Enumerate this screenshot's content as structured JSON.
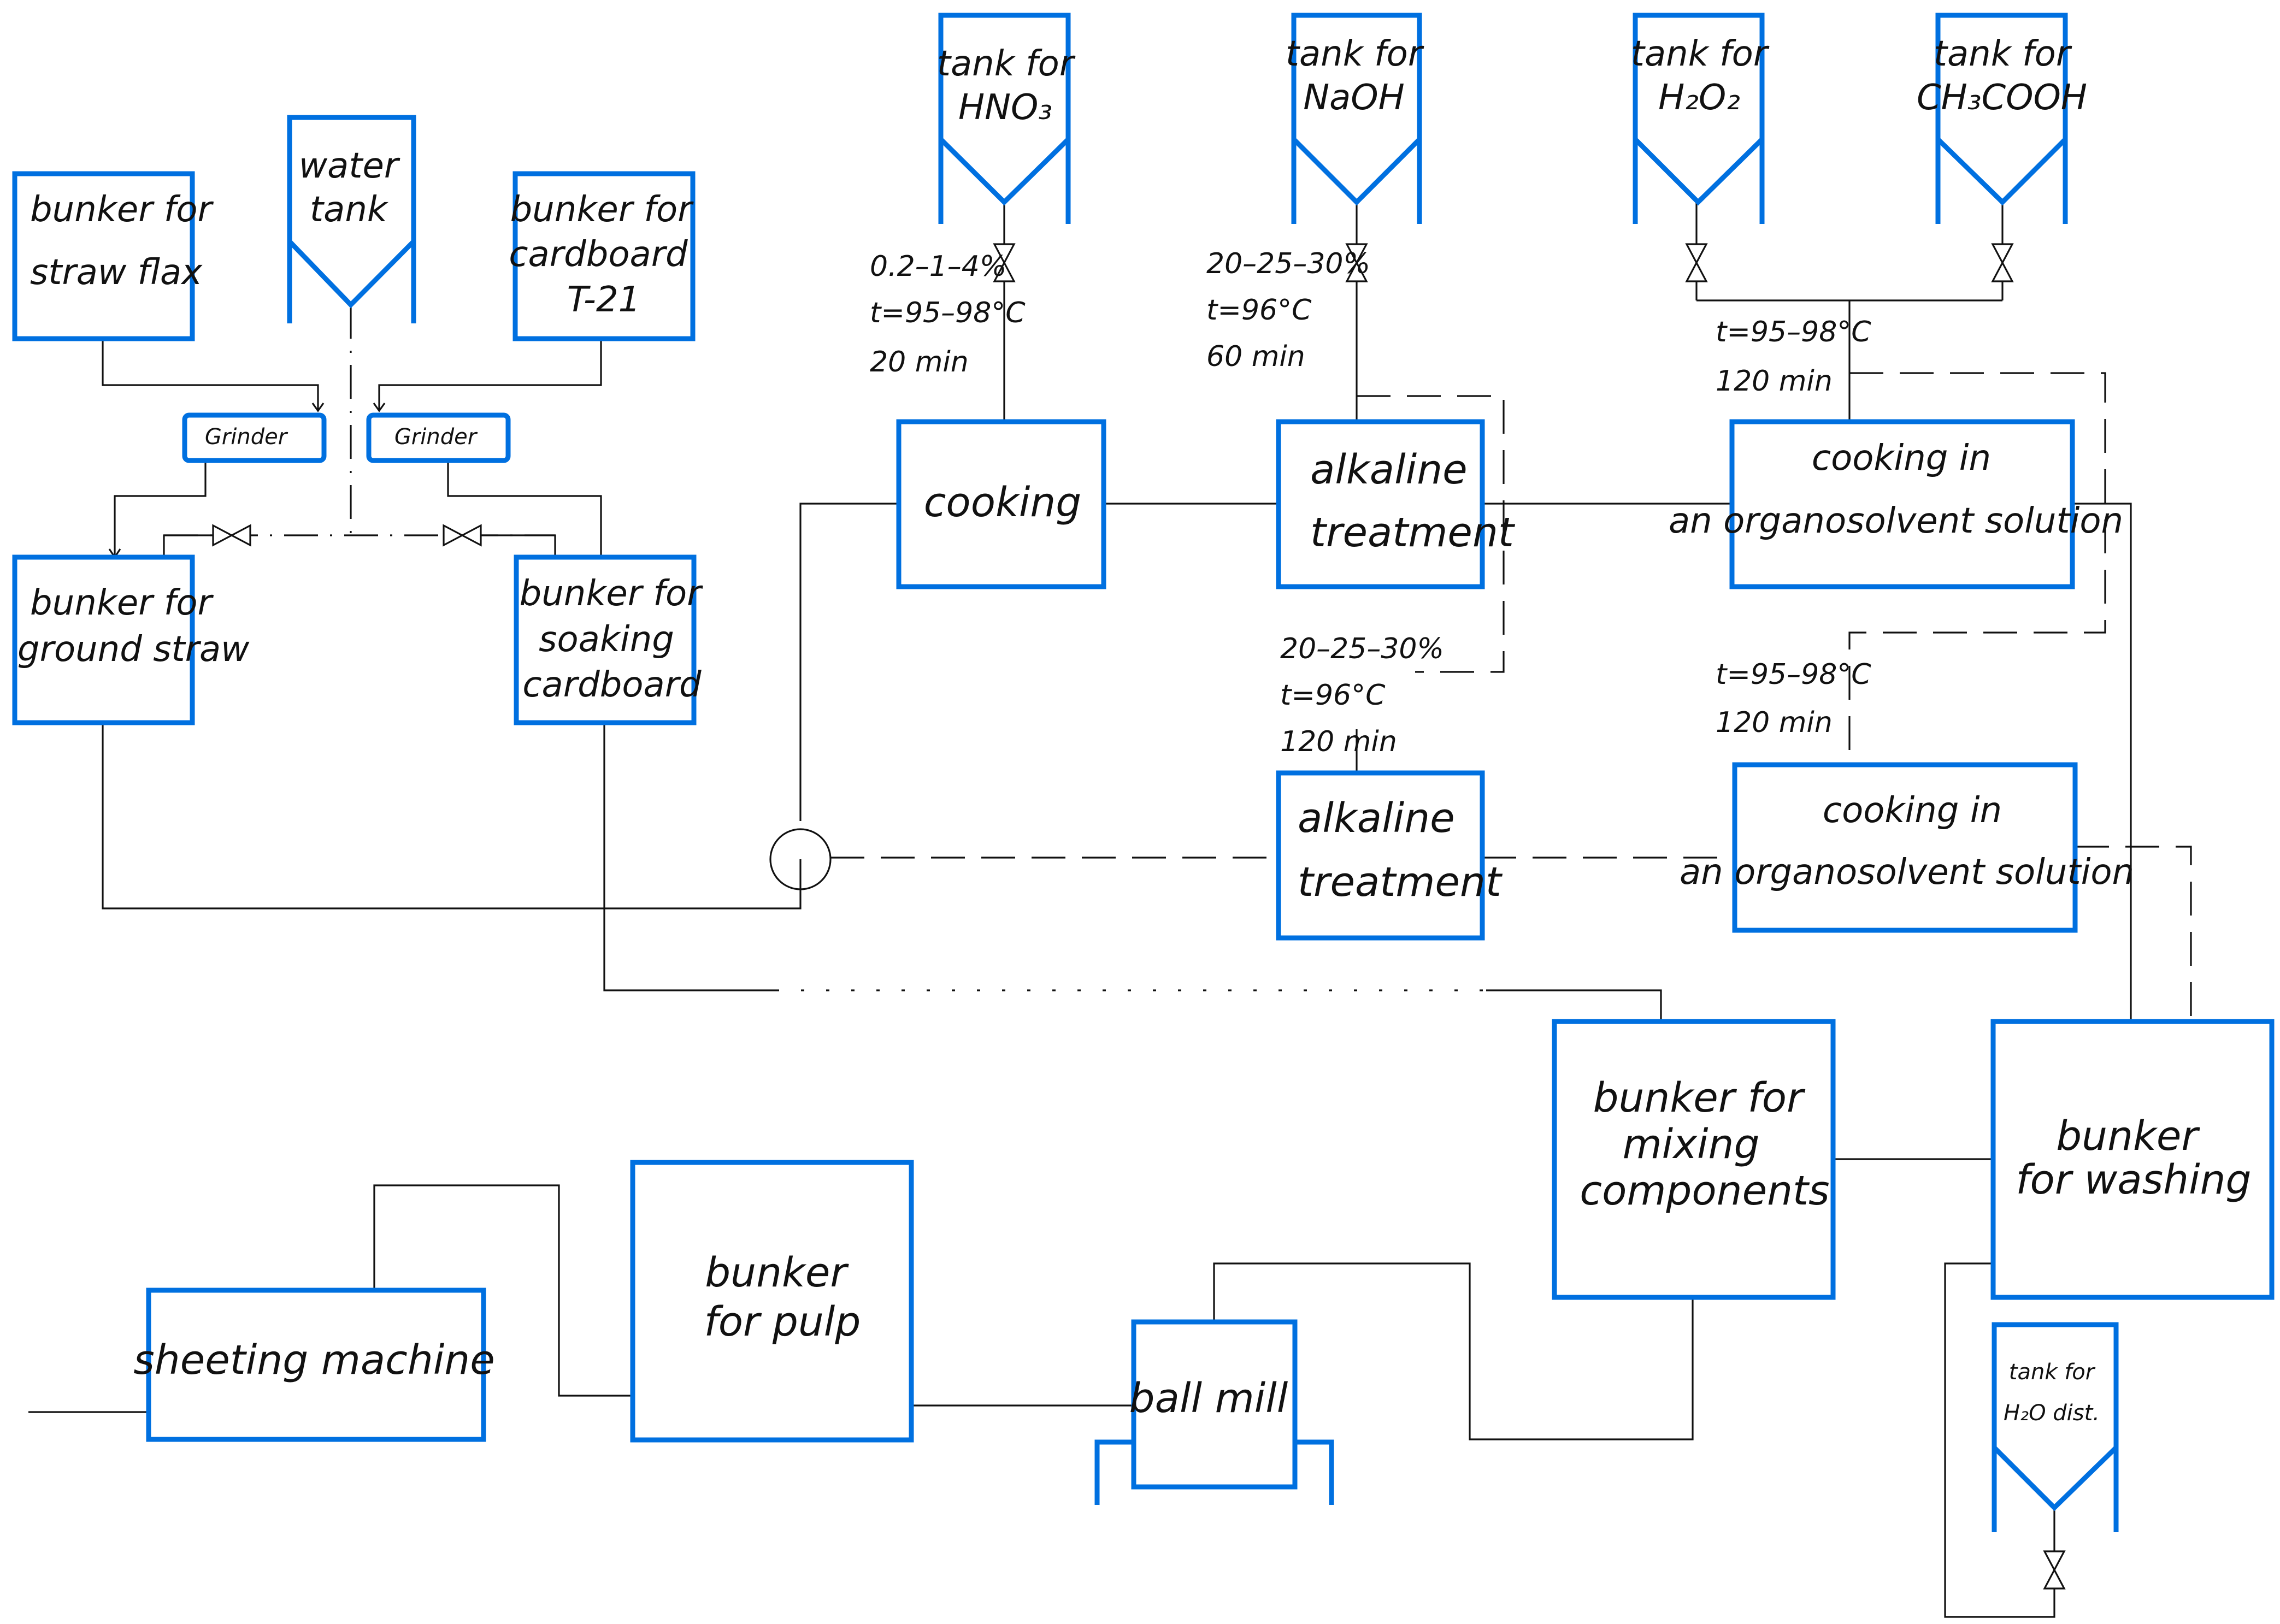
{
  "colors": {
    "equipment": "#0070E0",
    "pipe": "#111111",
    "background": "#ffffff"
  },
  "tanks": {
    "water": [
      "water",
      "tank"
    ],
    "hno3": [
      "tank for",
      "HNO₃"
    ],
    "naoh": [
      "tank for",
      "NaOH"
    ],
    "h2o2": [
      "tank for",
      "H₂O₂"
    ],
    "ch3cooh": [
      "tank for",
      "CH₃COOH"
    ],
    "h2o_dist": [
      "tank for",
      "H₂O dist."
    ]
  },
  "units": {
    "bunker_straw_flax": [
      "bunker for",
      "straw flax"
    ],
    "bunker_cardboard": [
      "bunker for",
      "cardboard",
      "T-21"
    ],
    "grinder_left": [
      "Grinder"
    ],
    "grinder_right": [
      "Grinder"
    ],
    "bunker_ground_straw": [
      "bunker for",
      "ground straw"
    ],
    "bunker_soaking": [
      "bunker for",
      "soaking",
      "cardboard"
    ],
    "cooking": [
      "cooking"
    ],
    "alkaline_top": [
      "alkaline",
      "treatment"
    ],
    "organo_top": [
      "cooking in",
      "an organosolvent solution"
    ],
    "alkaline_bottom": [
      "alkaline",
      "treatment"
    ],
    "organo_bottom": [
      "cooking in",
      "an organosolvent solution"
    ],
    "bunker_mixing": [
      "bunker for",
      "mixing",
      "components"
    ],
    "bunker_washing": [
      "bunker",
      "for washing"
    ],
    "sheeting_machine": [
      "sheeting machine"
    ],
    "bunker_pulp": [
      "bunker",
      "for pulp"
    ],
    "ball_mill": [
      "ball mill"
    ]
  },
  "conditions": {
    "hno3": [
      "0.2–1–4%",
      "t=95–98°C",
      "20 min"
    ],
    "naoh": [
      "20–25–30%",
      "t=96°C",
      "60 min"
    ],
    "organo_top": [
      "t=95–98°C",
      "120 min"
    ],
    "alkaline_bottom": [
      "20–25–30%",
      "t=96°C",
      "120 min"
    ],
    "organo_bottom": [
      "t=95–98°C",
      "120 min"
    ]
  }
}
